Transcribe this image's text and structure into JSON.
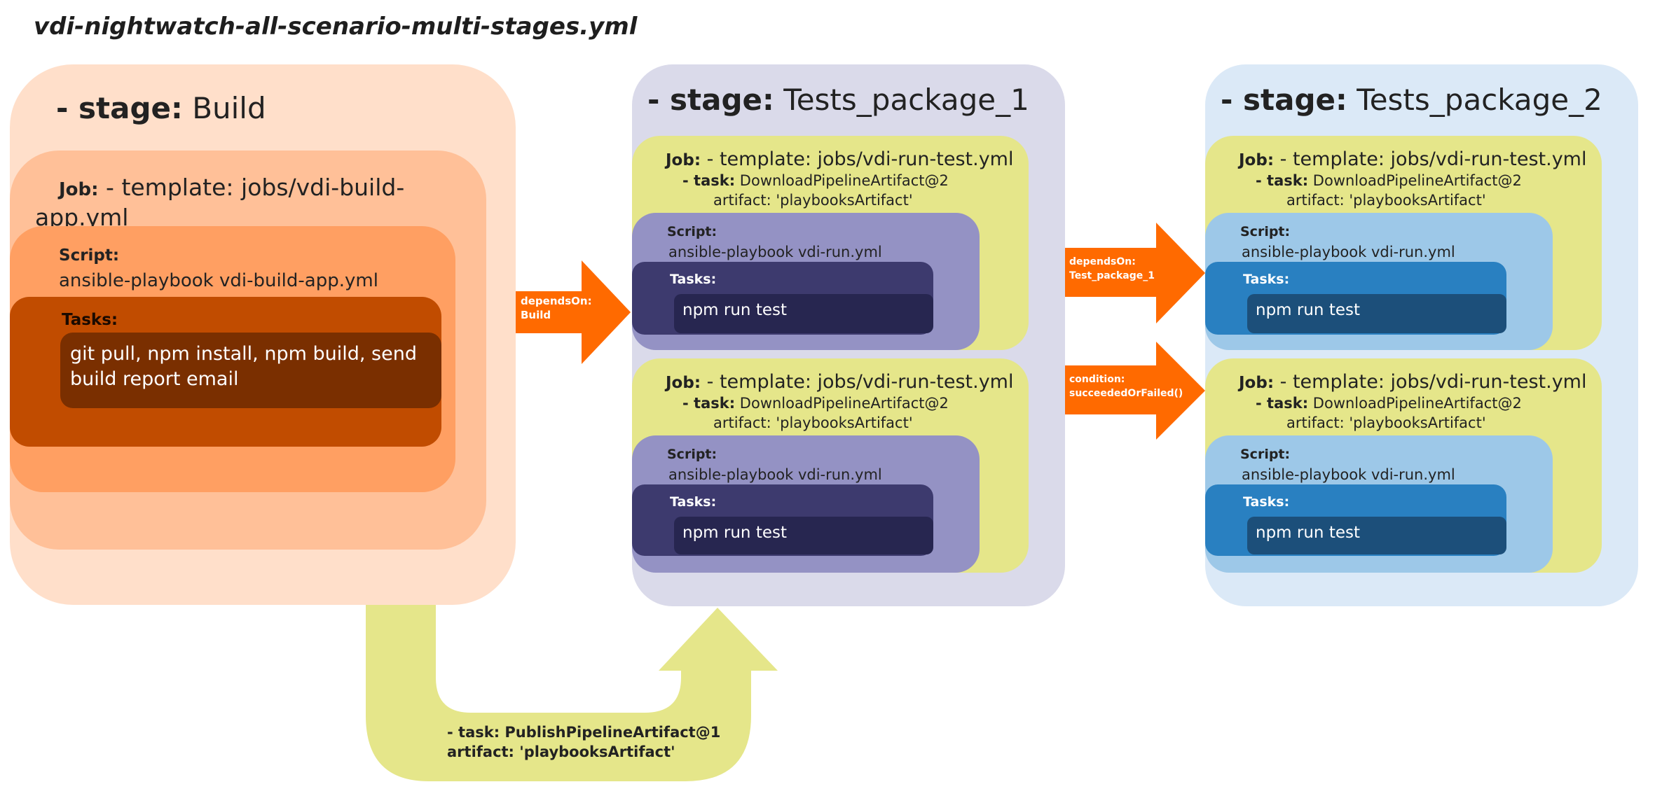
{
  "title": "vdi-nightwatch-all-scenario-multi-stages.yml",
  "colors": {
    "arrow_orange": "#ff6a00",
    "flow_yellow_green": "#e5e68a",
    "build_outer": "#ffdfca",
    "build_job": "#ffc098",
    "build_script": "#ff9f62",
    "build_tasks": "#c14c00",
    "build_tasks_inner": "#7a2f00",
    "stage1_bg": "#dadaea",
    "stage1_script": "#9492c4",
    "stage1_tasks": "#3d3a6e",
    "stage2_bg": "#dbe9f7",
    "stage2_script": "#9dc8e8",
    "stage2_tasks": "#2980c1"
  },
  "build": {
    "stage_keyword": "- stage:",
    "stage_name": "Build",
    "job_label": "Job:",
    "job_template": "- template: jobs/vdi-build-app.yml",
    "script_label": "Script:",
    "script_cmd": "ansible-playbook vdi-build-app.yml",
    "tasks_label": "Tasks:",
    "tasks_text": "git pull, npm install, npm build, send build report email"
  },
  "tests1": {
    "stage_keyword": "- stage:",
    "stage_name": "Tests_package_1",
    "jobs": [
      {
        "job_label": "Job:",
        "template": "- template: jobs/vdi-run-test.yml",
        "task_keyword": "- task:",
        "task_value": "DownloadPipelineArtifact@2",
        "artifact": "artifact: 'playbooksArtifact'",
        "script_label": "Script:",
        "script_cmd": "ansible-playbook vdi-run.yml",
        "tasks_label": "Tasks:",
        "tasks_cmd": "npm run test"
      },
      {
        "job_label": "Job:",
        "template": "- template: jobs/vdi-run-test.yml",
        "task_keyword": "- task:",
        "task_value": "DownloadPipelineArtifact@2",
        "artifact": "artifact: 'playbooksArtifact'",
        "script_label": "Script:",
        "script_cmd": "ansible-playbook vdi-run.yml",
        "tasks_label": "Tasks:",
        "tasks_cmd": "npm run test"
      }
    ]
  },
  "tests2": {
    "stage_keyword": "- stage:",
    "stage_name": "Tests_package_2",
    "jobs": [
      {
        "job_label": "Job:",
        "template": "- template: jobs/vdi-run-test.yml",
        "task_keyword": "- task:",
        "task_value": "DownloadPipelineArtifact@2",
        "artifact": "artifact: 'playbooksArtifact'",
        "script_label": "Script:",
        "script_cmd": "ansible-playbook vdi-run.yml",
        "tasks_label": "Tasks:",
        "tasks_cmd": "npm run test"
      },
      {
        "job_label": "Job:",
        "template": "- template: jobs/vdi-run-test.yml",
        "task_keyword": "- task:",
        "task_value": "DownloadPipelineArtifact@2",
        "artifact": "artifact: 'playbooksArtifact'",
        "script_label": "Script:",
        "script_cmd": "ansible-playbook vdi-run.yml",
        "tasks_label": "Tasks:",
        "tasks_cmd": "npm run test"
      }
    ]
  },
  "arrows": {
    "build_to_t1": {
      "line1": "dependsOn:",
      "line2": "Build"
    },
    "t1_to_t2_job1": {
      "line1": "dependsOn:",
      "line2": "Test_package_1"
    },
    "t1_to_t2_job2": {
      "line1": "condition:",
      "line2": "succeededOrFailed()"
    }
  },
  "publish": {
    "line1": "- task: PublishPipelineArtifact@1",
    "line2": "artifact: 'playbooksArtifact'"
  }
}
